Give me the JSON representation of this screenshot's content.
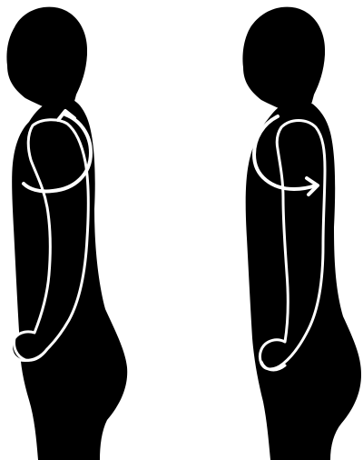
{
  "colors": {
    "background": "#ffffff",
    "silhouette": "#000000",
    "outline": "#ffffff"
  },
  "figures": [
    {
      "icon": "person-silhouette-side-view",
      "arrow": "shoulder-rotation-arrow-backward",
      "description_hidden": ""
    },
    {
      "icon": "person-silhouette-side-view",
      "arrow": "shoulder-rotation-arrow-forward",
      "description_hidden": ""
    }
  ]
}
